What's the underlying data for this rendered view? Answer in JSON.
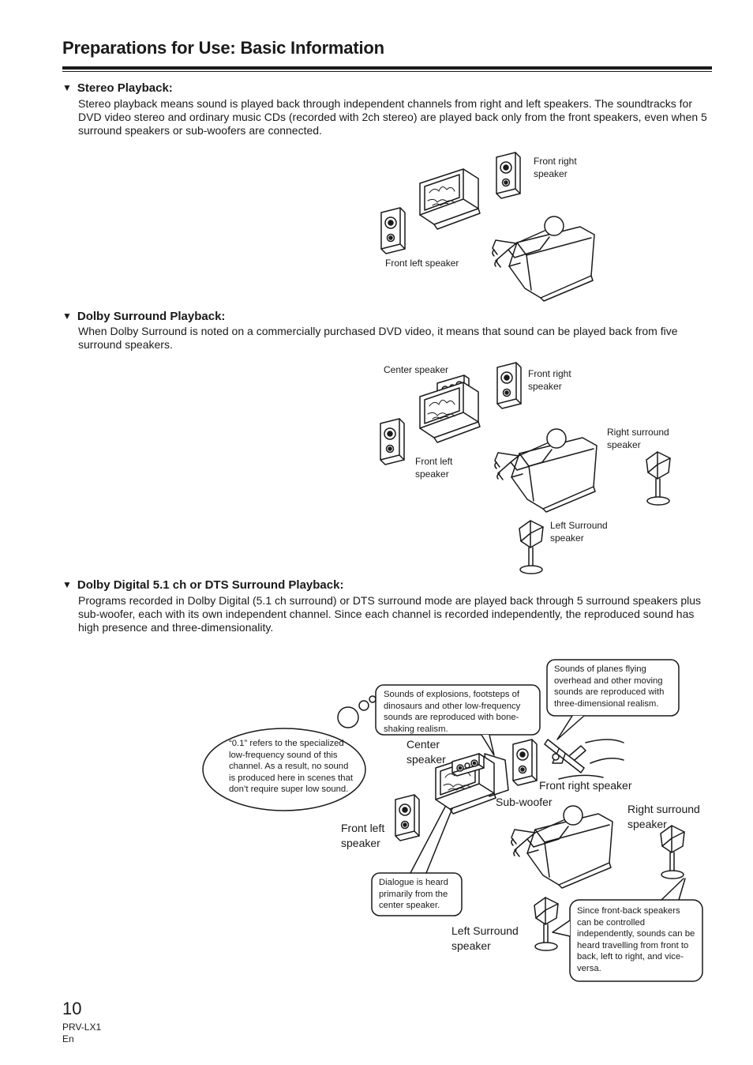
{
  "header": {
    "title": "Preparations for Use: Basic Information"
  },
  "sections": [
    {
      "heading": "Stereo Playback:",
      "body": "Stereo playback means sound is played back through independent channels from right and left speakers. The soundtracks for DVD video stereo and ordinary music CDs (recorded with 2ch stereo) are played back only from the front speakers, even when 5 surround speakers or sub-woofers are connected."
    },
    {
      "heading": "Dolby Surround Playback:",
      "body": "When Dolby Surround is noted on a commercially purchased DVD video, it means that sound can be played back from five surround speakers."
    },
    {
      "heading": "Dolby Digital 5.1 ch or DTS Surround Playback:",
      "body": "Programs recorded in Dolby Digital (5.1 ch surround) or DTS surround mode are played back through 5 surround speakers plus sub-woofer, each with its own independent channel. Since each channel is recorded independently, the reproduced sound has high presence and three-dimensionality."
    }
  ],
  "figure1": {
    "front_right": "Front right speaker",
    "front_left": "Front left speaker"
  },
  "figure2": {
    "center": "Center speaker",
    "front_right": "Front right speaker",
    "right_surround": "Right surround speaker",
    "front_left": "Front left speaker",
    "left_surround": "Left Surround speaker"
  },
  "figure3": {
    "center": "Center speaker",
    "front_right": "Front right speaker",
    "sub_woofer": "Sub-woofer",
    "right_surround": "Right surround speaker",
    "front_left": "Front left speaker",
    "left_surround": "Left Surround speaker",
    "bubble_point_one": "“0.1” refers to the specialized low-frequency sound of this channel. As a result, no sound is produced here in scenes that don’t require super low sound.",
    "bubble_explosions": "Sounds of explosions, footsteps of dinosaurs and other low-frequency sounds are reproduced with bone-shaking realism.",
    "bubble_planes": "Sounds of planes flying overhead and other moving sounds are reproduced with three-dimensional realism.",
    "bubble_dialogue": "Dialogue is heard primarily from the center speaker.",
    "bubble_front_back": "Since front-back speakers can be controlled independently, sounds can be heard travelling from front to back, left to right, and vice-versa."
  },
  "footer": {
    "page_number": "10",
    "model": "PRV-LX1",
    "language": "En"
  }
}
